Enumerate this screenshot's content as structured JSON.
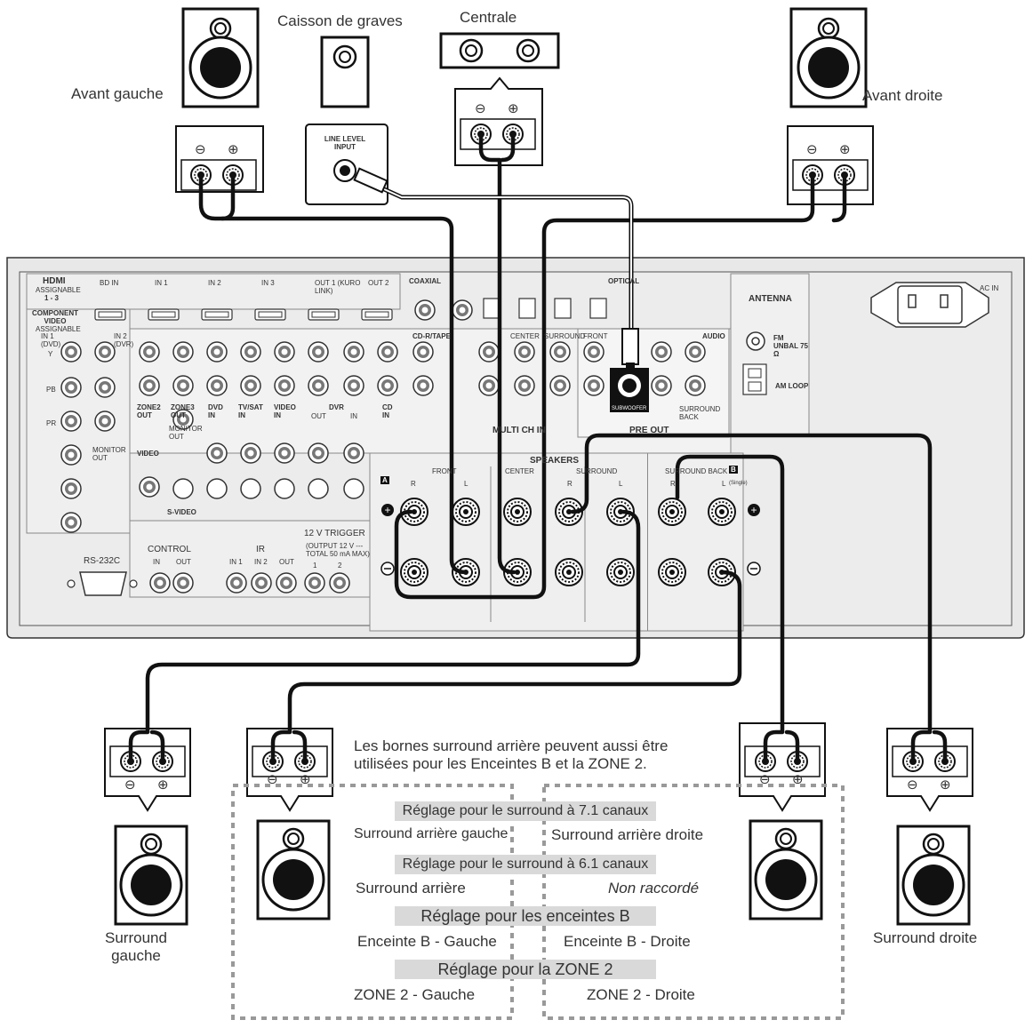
{
  "speakers": {
    "front_left": "Avant gauche",
    "front_right": "Avant droite",
    "subwoofer": "Caisson de graves",
    "center": "Centrale",
    "surround_left": "Surround\ngauche",
    "surround_right": "Surround droite"
  },
  "terminal_signs": {
    "minus": "⊖",
    "plus": "⊕"
  },
  "sub_input": "LINE LEVEL\nINPUT",
  "receiver": {
    "hdmi": {
      "title": "HDMI",
      "sub1": "ASSIGNABLE",
      "sub2": "1 - 3",
      "bd_in": "BD IN",
      "in1": "IN 1",
      "in2": "IN 2",
      "in3": "IN 3",
      "out1": "OUT 1 (KURO LINK)",
      "out2": "OUT 2"
    },
    "component_video": {
      "title": "COMPONENT VIDEO",
      "sub": "ASSIGNABLE",
      "in1": "IN 1 (DVD)",
      "in2": "IN 2 (DVR)",
      "monitor_out": "MONITOR OUT",
      "y": "Y",
      "pb": "PB",
      "pr": "PR"
    },
    "coaxial": "COAXIAL",
    "optical": "OPTICAL",
    "antenna": "ANTENNA",
    "fm": "FM UNBAL 75 Ω",
    "am": "AM LOOP",
    "ac_in": "AC IN",
    "columns": [
      "ZONE2 OUT",
      "ZONE3 OUT",
      "DVD IN",
      "TV/SAT IN",
      "VIDEO IN",
      "DVR",
      "CD IN",
      "CD-R/TAPE"
    ],
    "dvr_sub": [
      "OUT",
      "IN"
    ],
    "video": "VIDEO",
    "s_video": "S-VIDEO",
    "monitor_out_small": "MONITOR OUT",
    "multi_ch": "MULTI CH IN",
    "audio": "AUDIO",
    "pre_out": "PRE OUT",
    "pre_out_cols": [
      "FRONT",
      "CENTER",
      "SURROUND",
      "SUBWOOFER",
      "SURROUND BACK"
    ],
    "speakers_title": "SPEAKERS",
    "speakers_cols": [
      "FRONT",
      "CENTER",
      "SURROUND",
      "SURROUND BACK / B"
    ],
    "speakers_r": "R",
    "speakers_l": "L",
    "single": "(Single)",
    "rs232c": "RS-232C",
    "control": "CONTROL",
    "control_io": [
      "IN",
      "OUT"
    ],
    "ir": "IR",
    "ir_io": [
      "IN 1",
      "IN 2",
      "OUT"
    ],
    "trigger": "12 V TRIGGER",
    "trigger_sub": "(OUTPUT 12 V --- TOTAL 50 mA MAX)",
    "trigger_nums": [
      "1",
      "2"
    ],
    "subwoofer_jack": "SUBWOOFER",
    "group_a": "A",
    "group_b": "B"
  },
  "note": "Les bornes surround arrière peuvent aussi être\nutilisées pour les Enceintes B et la ZONE 2.",
  "settings": [
    {
      "title": "Réglage pour le surround à 7.1 canaux",
      "left": "Surround arrière gauche",
      "right": "Surround arrière droite"
    },
    {
      "title": "Réglage pour le surround à 6.1 canaux",
      "left": "Surround arrière",
      "right": "Non raccordé"
    },
    {
      "title": "Réglage pour les enceintes B",
      "left": "Enceinte B - Gauche",
      "right": "Enceinte B - Droite"
    },
    {
      "title": "Réglage pour la ZONE 2",
      "left": "ZONE 2 - Gauche",
      "right": "ZONE 2 - Droite"
    }
  ]
}
